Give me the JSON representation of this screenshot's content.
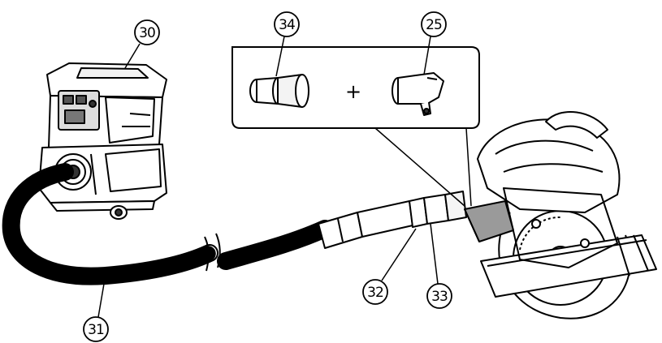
{
  "figure": {
    "callouts": {
      "vacuum": "30",
      "hose": "31",
      "hose_end": "32",
      "joint": "33",
      "adapter": "34",
      "dust_nozzle": "25"
    },
    "plus_sign": "+"
  },
  "colors": {
    "line": "#000000",
    "background": "#ffffff",
    "highlight_fill": "#9a9a9a",
    "light_fill": "#ececec"
  }
}
